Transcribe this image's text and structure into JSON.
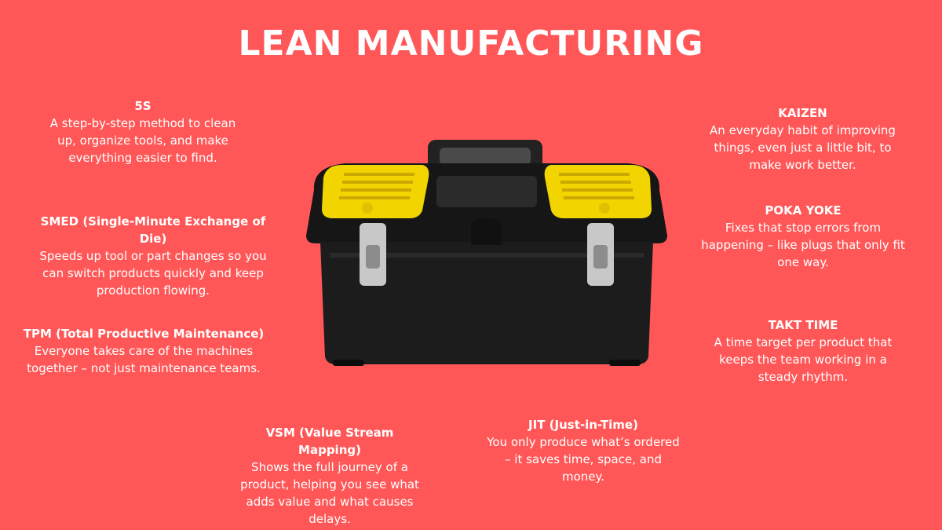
{
  "title": "LEAN MANUFACTURING",
  "items": [
    {
      "key": "5s",
      "heading": "5S",
      "desc": "A step-by-step method to clean up, organize tools, and make everything easier to find."
    },
    {
      "key": "smed",
      "heading": "SMED (Single-Minute Exchange of Die)",
      "desc": "Speeds up tool or part changes so you can switch products quickly and keep production flowing."
    },
    {
      "key": "tpm",
      "heading": "TPM (Total Productive Maintenance)",
      "desc": "Everyone takes care of the machines together – not just maintenance teams."
    },
    {
      "key": "vsm",
      "heading": "VSM (Value Stream Mapping)",
      "desc": "Shows the full journey of a product, helping you see what adds value and what causes delays."
    },
    {
      "key": "jit",
      "heading": "JIT (Just-in-Time)",
      "desc": "You only produce what’s ordered – it saves time, space, and money."
    },
    {
      "key": "kaizen",
      "heading": "KAIZEN",
      "desc": "An everyday habit of improving things, even just a little bit, to make work better."
    },
    {
      "key": "poka",
      "heading": "POKA YOKE",
      "desc": "Fixes that stop errors from happening – like plugs that only fit one way."
    },
    {
      "key": "takt",
      "heading": "TAKT TIME",
      "desc": "A time target per product that keeps the team working in a steady rhythm."
    }
  ],
  "colors": {
    "background": "#ff5757",
    "text": "#ffffff",
    "toolbox_body": "#1c1c1c",
    "toolbox_lid_accent": "#f2d500",
    "latch": "#c8c8c8"
  },
  "image": {
    "icon": "toolbox-icon"
  }
}
